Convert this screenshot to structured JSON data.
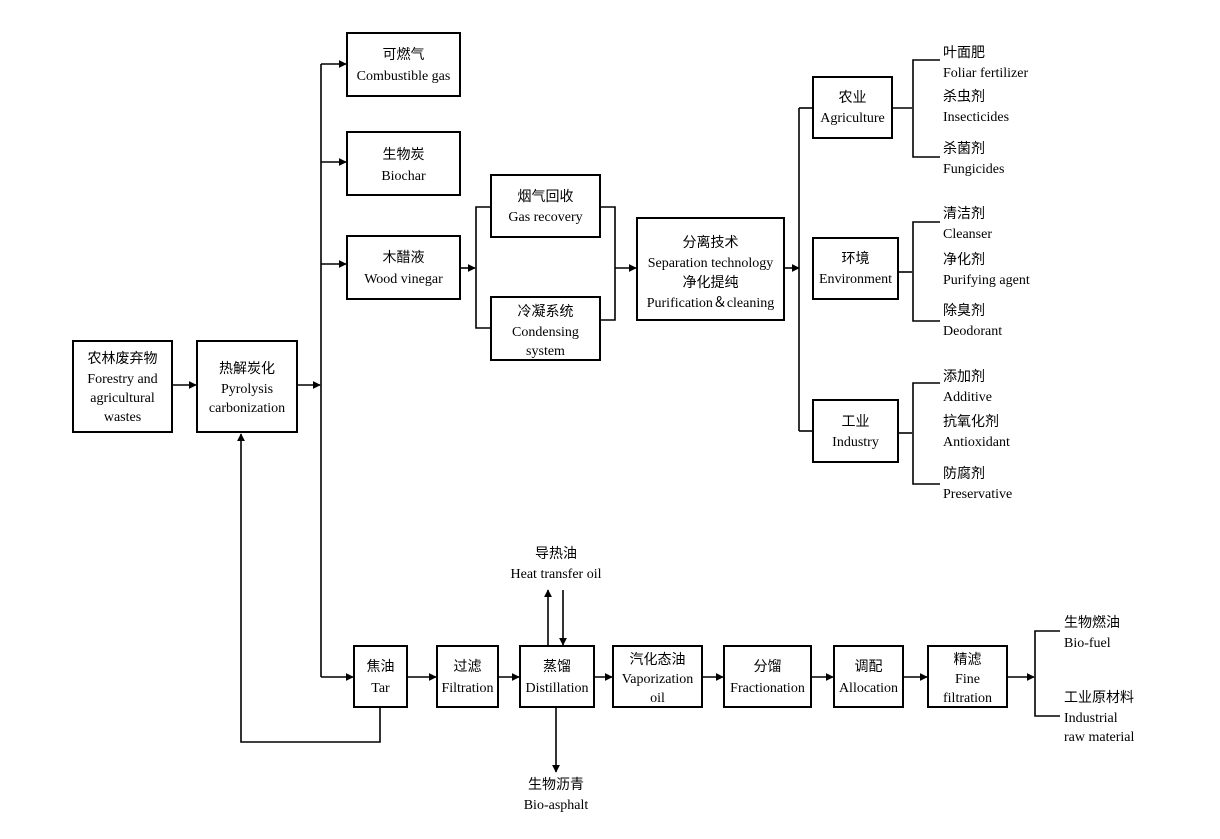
{
  "nodes": {
    "waste": {
      "zh": "农林废弃物",
      "en1": "Forestry and",
      "en2": "agricultural",
      "en3": "wastes"
    },
    "pyro": {
      "zh": "热解炭化",
      "en1": "Pyrolysis",
      "en2": "carbonization"
    },
    "gas": {
      "zh": "可燃气",
      "en": "Combustible gas"
    },
    "biochar": {
      "zh": "生物炭",
      "en": "Biochar"
    },
    "vinegar": {
      "zh": "木醋液",
      "en": "Wood vinegar"
    },
    "gasrec": {
      "zh": "烟气回收",
      "en": "Gas recovery"
    },
    "cond": {
      "zh": "冷凝系统",
      "en1": "Condensing",
      "en2": "system"
    },
    "sep": {
      "zh1": "分离技术",
      "en1": "Separation technology",
      "zh2": "净化提纯",
      "en2": "Purification＆cleaning"
    },
    "agri": {
      "zh": "农业",
      "en": "Agriculture"
    },
    "env": {
      "zh": "环境",
      "en": "Environment"
    },
    "ind": {
      "zh": "工业",
      "en": "Industry"
    },
    "tar": {
      "zh": "焦油",
      "en": "Tar"
    },
    "filt": {
      "zh": "过滤",
      "en": "Filtration"
    },
    "dist": {
      "zh": "蒸馏",
      "en": "Distillation"
    },
    "vap": {
      "zh": "汽化态油",
      "en1": "Vaporization",
      "en2": "oil"
    },
    "frac": {
      "zh": "分馏",
      "en": "Fractionation"
    },
    "alloc": {
      "zh": "调配",
      "en": "Allocation"
    },
    "fine": {
      "zh": "精滤",
      "en1": "Fine",
      "en2": "filtration"
    }
  },
  "products": {
    "agri": [
      {
        "zh": "叶面肥",
        "en": "Foliar fertilizer"
      },
      {
        "zh": "杀虫剂",
        "en": "Insecticides"
      },
      {
        "zh": "杀菌剂",
        "en": "Fungicides"
      }
    ],
    "env": [
      {
        "zh": "清洁剂",
        "en": "Cleanser"
      },
      {
        "zh": "净化剂",
        "en": "Purifying agent"
      },
      {
        "zh": "除臭剂",
        "en": "Deodorant"
      }
    ],
    "ind": [
      {
        "zh": "添加剂",
        "en": "Additive"
      },
      {
        "zh": "抗氧化剂",
        "en": "Antioxidant"
      },
      {
        "zh": "防腐剂",
        "en": "Preservative"
      }
    ],
    "fuel": {
      "zh": "生物燃油",
      "en": "Bio-fuel"
    },
    "raw": {
      "zh": "工业原材料",
      "en1": "Industrial",
      "en2": "raw material"
    }
  },
  "side": {
    "heat": {
      "zh": "导热油",
      "en": "Heat transfer oil"
    },
    "asphalt": {
      "zh": "生物沥青",
      "en": "Bio-asphalt"
    }
  }
}
